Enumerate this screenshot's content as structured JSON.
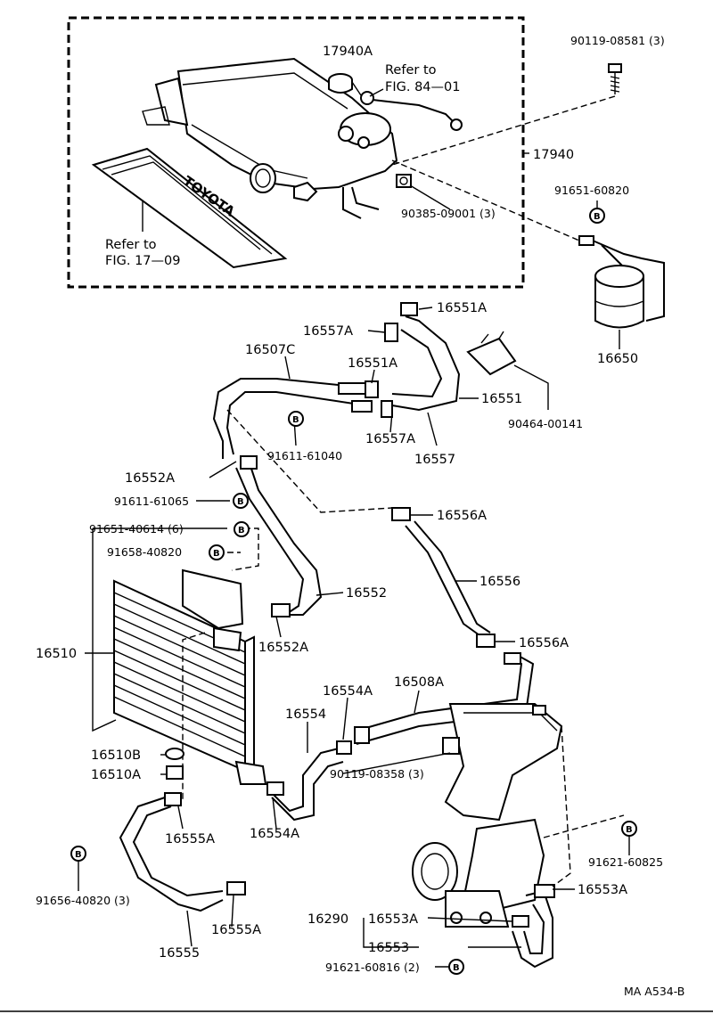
{
  "labels": {
    "p17940A": "17940A",
    "refer84_line1": "Refer to",
    "refer84_line2": "FIG. 84—01",
    "p17940": "17940",
    "p90119_08581": "90119-08581 (3)",
    "p91651_60820": "91651-60820",
    "p90385_09001": "90385-09001 (3)",
    "refer17_line1": "Refer to",
    "refer17_line2": "FIG. 17—09",
    "p16551A_top": "16551A",
    "p16557A_top": "16557A",
    "p16507C": "16507C",
    "p16551A_mid": "16551A",
    "p16551": "16551",
    "p16650": "16650",
    "p90464_00141": "90464-00141",
    "p16557A_mid": "16557A",
    "p16557": "16557",
    "p91611_61040": "91611-61040",
    "p16552A_top": "16552A",
    "p91611_61065": "91611-61065",
    "p16556A_top": "16556A",
    "p91651_40614": "91651-40614 (6)",
    "p91658_40820": "91658-40820",
    "p16552": "16552",
    "p16556": "16556",
    "p16510": "16510",
    "p16552A_bot": "16552A",
    "p16556A_bot": "16556A",
    "p16554A_top": "16554A",
    "p16508A": "16508A",
    "p16554": "16554",
    "p16510B": "16510B",
    "p16510A": "16510A",
    "p90119_08358": "90119-08358 (3)",
    "p16555A_top": "16555A",
    "p16554A_bot": "16554A",
    "p91621_60825": "91621-60825",
    "p91656_40820": "91656-40820 (3)",
    "p16553A_right": "16553A",
    "p16290": "16290",
    "p16553A_left": "16553A",
    "p16555A_bot": "16555A",
    "p16553": "16553",
    "p16555": "16555",
    "p91621_60816": "91621-60816 (2)",
    "diagram_code": "MA A534-B"
  },
  "logo_text": "TOYOTA",
  "symbol_letter": "B"
}
